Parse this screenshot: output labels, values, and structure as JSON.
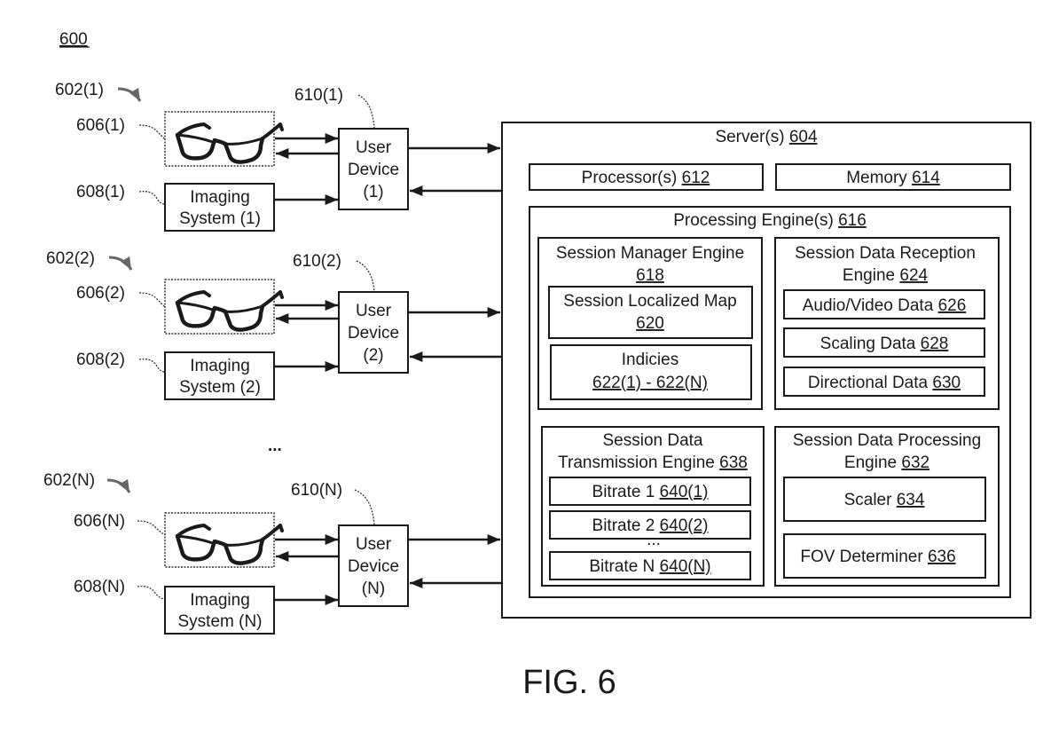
{
  "figure_ref": "600",
  "figure_caption": "FIG. 6",
  "ellipsis": "...",
  "systems": [
    {
      "system_ref": "602(1)",
      "glasses_ref": "606(1)",
      "imaging_ref": "608(1)",
      "device_ref": "610(1)",
      "imaging_line1": "Imaging",
      "imaging_line2": "System (1)",
      "device_line1": "User",
      "device_line2": "Device",
      "device_line3": "(1)"
    },
    {
      "system_ref": "602(2)",
      "glasses_ref": "606(2)",
      "imaging_ref": "608(2)",
      "device_ref": "610(2)",
      "imaging_line1": "Imaging",
      "imaging_line2": "System (2)",
      "device_line1": "User",
      "device_line2": "Device",
      "device_line3": "(2)"
    },
    {
      "system_ref": "602(N)",
      "glasses_ref": "606(N)",
      "imaging_ref": "608(N)",
      "device_ref": "610(N)",
      "imaging_line1": "Imaging",
      "imaging_line2": "System (N)",
      "device_line1": "User",
      "device_line2": "Device",
      "device_line3": "(N)"
    }
  ],
  "server": {
    "label": "Server(s)",
    "ref": "604",
    "processor": {
      "label": "Processor(s)",
      "ref": "612"
    },
    "memory": {
      "label": "Memory",
      "ref": "614"
    },
    "processing_engines": {
      "label": "Processing Engine(s)",
      "ref": "616",
      "session_manager": {
        "line1": "Session Manager Engine",
        "ref": "618",
        "localized_map": {
          "label": "Session Localized Map",
          "ref": "620"
        },
        "indicies": {
          "label": "Indicies",
          "ref": "622(1) - 622(N)"
        }
      },
      "reception": {
        "line1": "Session Data Reception",
        "line2": "Engine",
        "ref": "624",
        "items": [
          {
            "label": "Audio/Video Data",
            "ref": "626"
          },
          {
            "label": "Scaling Data",
            "ref": "628"
          },
          {
            "label": "Directional Data",
            "ref": "630"
          }
        ]
      },
      "transmission": {
        "line1": "Session Data",
        "line2": "Transmission Engine",
        "ref": "638",
        "items": [
          {
            "label": "Bitrate 1",
            "ref": "640(1)"
          },
          {
            "label": "Bitrate 2",
            "ref": "640(2)"
          },
          {
            "label": "Bitrate N",
            "ref": "640(N)"
          }
        ],
        "ellipsis": "..."
      },
      "processing": {
        "line1": "Session Data Processing",
        "line2": "Engine",
        "ref": "632",
        "items": [
          {
            "label": "Scaler",
            "ref": "634"
          },
          {
            "label": "FOV Determiner",
            "ref": "636"
          }
        ]
      }
    }
  }
}
